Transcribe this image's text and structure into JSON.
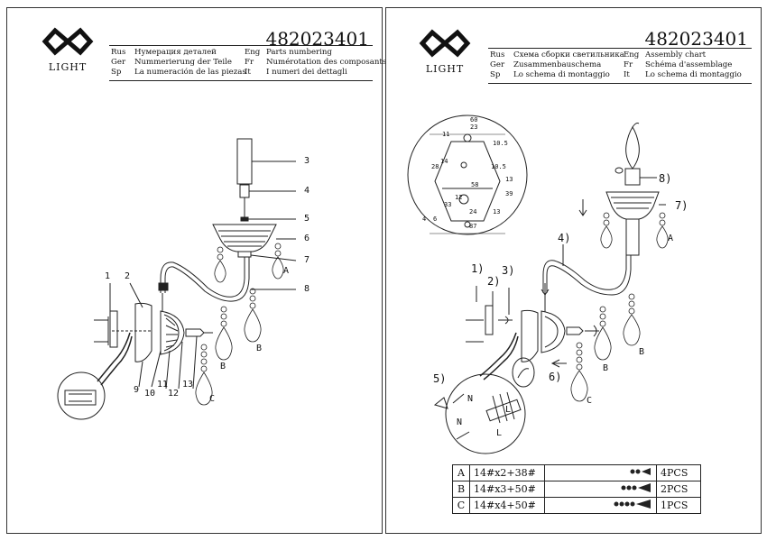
{
  "brand": {
    "logo_text": "LIGHT"
  },
  "left": {
    "code": "482023401",
    "header": [
      {
        "lang1": "Rus",
        "text1": "Нумерация деталей",
        "lang2": "Eng",
        "text2": "Parts numbering"
      },
      {
        "lang1": "Ger",
        "text1": "Nummerierung der Teile",
        "lang2": "Fr",
        "text2": "Numérotation des composants"
      },
      {
        "lang1": "Sp",
        "text1": "La numeración de las piezas",
        "lang2": "It",
        "text2": "I numeri dei dettagli"
      }
    ],
    "callouts": [
      "1",
      "2",
      "3",
      "4",
      "5",
      "6",
      "7",
      "8",
      "9",
      "10",
      "11",
      "12",
      "13"
    ],
    "pendant_labels": {
      "a": "A",
      "b1": "B",
      "b2": "B",
      "c": "C"
    }
  },
  "right": {
    "code": "482023401",
    "header": [
      {
        "lang1": "Rus",
        "text1": "Схема сборки светильника",
        "lang2": "Eng",
        "text2": "Assembly chart"
      },
      {
        "lang1": "Ger",
        "text1": "Zusammenbauschema",
        "lang2": "Fr",
        "text2": "Schéma d'assemblage"
      },
      {
        "lang1": "Sp",
        "text1": "Lo schema di montaggio",
        "lang2": "It",
        "text2": "Lo schema di montaggio"
      }
    ],
    "steps": [
      "1)",
      "2)",
      "3)",
      "4)",
      "5)",
      "6)",
      "7)",
      "8)"
    ],
    "pendant_labels": {
      "a": "A",
      "b1": "B",
      "b2": "B",
      "c": "C"
    },
    "wiring": {
      "n1": "N",
      "n2": "N",
      "l1": "L",
      "l2": "L"
    },
    "bracket_dims": {
      "top": "60",
      "top2": "23",
      "left1": "11",
      "left2": "14",
      "side": "28",
      "h1": "10.5",
      "h2": "10.5",
      "r1": "13",
      "w1": "58",
      "r2": "39",
      "s1": "12",
      "bl": "33",
      "b1": "24",
      "b2": "13",
      "bolt": "4",
      "bolt2": "6",
      "bottom": "87"
    },
    "pendant_table": [
      {
        "label": "A",
        "spec": "14#x2+38#",
        "qty": "4PCS",
        "beads": 2
      },
      {
        "label": "B",
        "spec": "14#x3+50#",
        "qty": "2PCS",
        "beads": 3
      },
      {
        "label": "C",
        "spec": "14#x4+50#",
        "qty": "1PCS",
        "beads": 4
      }
    ]
  }
}
